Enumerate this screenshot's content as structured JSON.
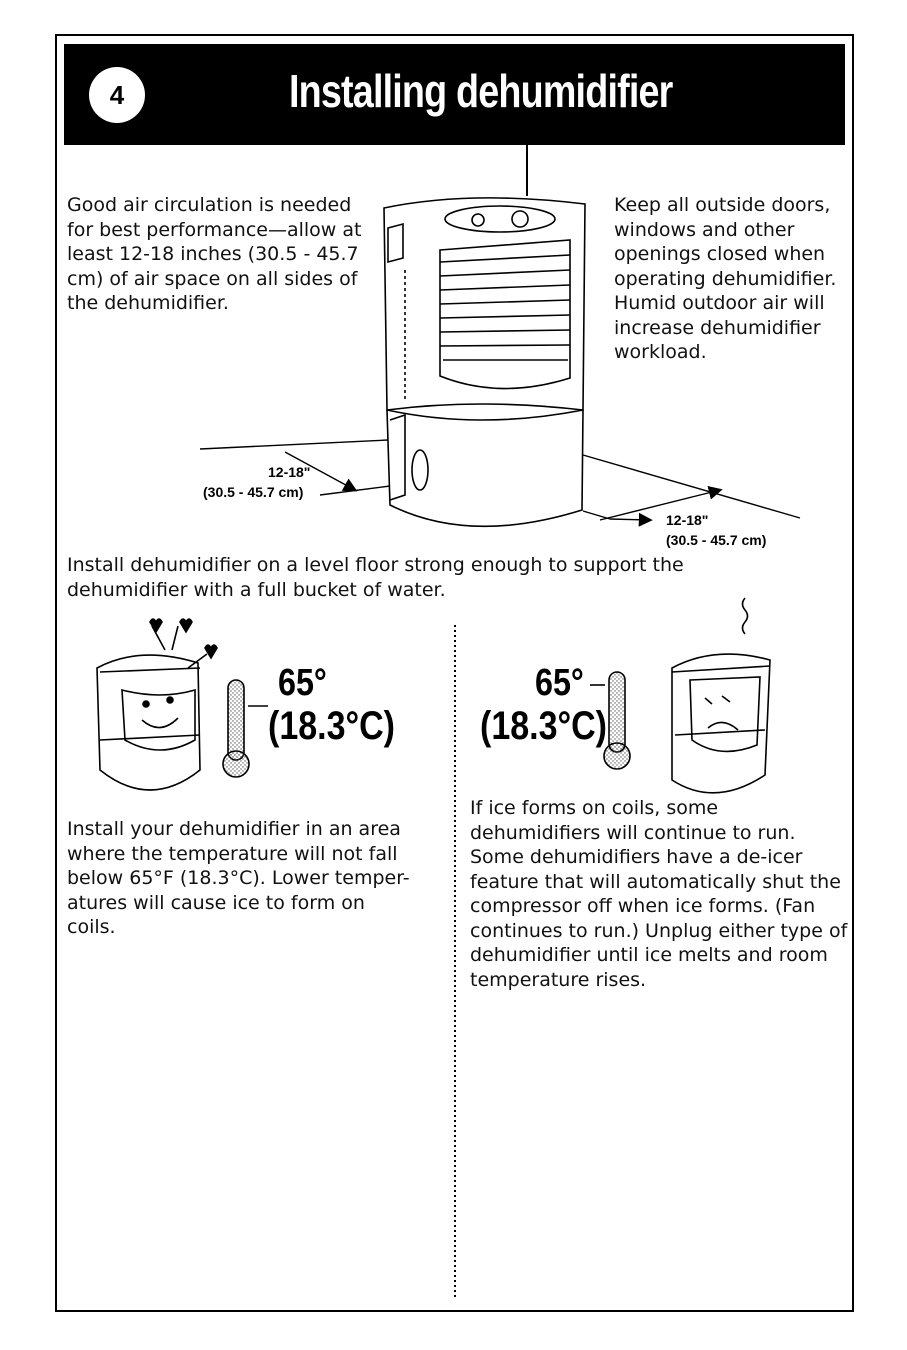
{
  "header": {
    "step_number": "4",
    "title": "Installing dehumidifier"
  },
  "paragraphs": {
    "air_circulation": "Good air circulation is needed for best performance—allow at least 12-18 inches (30.5 - 45.7 cm) of air space on all sides of the dehumidifier.",
    "doors_windows": "Keep all outside doors, windows and other openings closed when operating dehumidifier. Humid outdoor air will increase dehumidifier workload.",
    "level_floor": "Install dehumidifier on a level floor strong enough to support the dehumidifier with a full bucket of water.",
    "temperature": "Install your dehumidifier in an area where the temperature will not fall below 65°F (18.3°C). Lower temper- atures will cause ice to form on coils.",
    "ice_coils": "If ice forms on coils, some dehumidifiers will continue to run. Some dehumidifiers have a de-icer feature that will automatically shut the compressor off when ice forms. (Fan continues to run.) Unplug either type of dehumidifier until ice melts and room temperature rises."
  },
  "clearance": {
    "left_inches": "12-18\"",
    "left_cm": "(30.5 - 45.7 cm)",
    "right_inches": "12-18\"",
    "right_cm": "(30.5 - 45.7 cm)"
  },
  "temperature_labels": {
    "happy_f": "65°",
    "happy_c": "(18.3°C)",
    "sad_f": "65°",
    "sad_c": "(18.3°C)"
  }
}
